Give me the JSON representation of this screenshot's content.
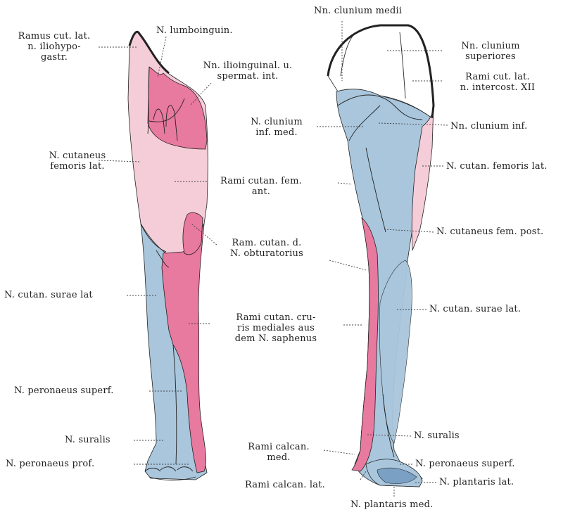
{
  "colors": {
    "pink": "#e8799f",
    "light_pink": "#f5cdd9",
    "blue": "#a9c6dc",
    "outline": "#222222",
    "leader": "#444444",
    "background": "#ffffff"
  },
  "labels": {
    "ramus_cut_lat": [
      "Ramus cut. lat.",
      "n. iliohypo-",
      "gastr."
    ],
    "n_lumboinguin": [
      "N. lumboinguin."
    ],
    "nn_ilioinguinal": [
      "Nn. ilioinguinal. u.",
      "spermat. int."
    ],
    "n_cutaneus_femoris_lat": [
      "N. cutaneus",
      "femoris lat."
    ],
    "rami_cutan_fem_ant": [
      "Rami cutan. fem.",
      "ant."
    ],
    "ram_cutan_obturatorius": [
      "Ram. cutan. d.",
      "N. obturatorius"
    ],
    "n_cutan_surae_lat_front": [
      "N. cutan. surae lat"
    ],
    "rami_cutan_cruris": [
      "Rami cutan. cru-",
      "ris mediales aus",
      "dem N. saphenus"
    ],
    "n_peronaeus_superf_front": [
      "N. peronaeus superf."
    ],
    "n_suralis_front": [
      "N. suralis"
    ],
    "n_peronaeus_prof": [
      "N. peronaeus prof."
    ],
    "nn_clunium_medii": [
      "Nn. clunium medii"
    ],
    "nn_clunium_superiores": [
      "Nn. clunium",
      "superiores"
    ],
    "rami_cut_lat_intercost": [
      "Rami cut. lat.",
      "n. intercost. XII"
    ],
    "n_clunium_inf_med": [
      "N. clunium",
      "inf. med."
    ],
    "nn_clunium_inf": [
      "Nn. clunium inf."
    ],
    "n_cutan_femoris_lat_back": [
      "N. cutan. femoris lat."
    ],
    "n_cutaneus_fem_post": [
      "N. cutaneus fem. post."
    ],
    "n_cutan_surae_lat_back": [
      "N. cutan. surae lat."
    ],
    "n_suralis_back": [
      "N. suralis"
    ],
    "rami_calcan_med": [
      "Rami calcan.",
      "med."
    ],
    "n_peronaeus_superf_back": [
      "N. peronaeus superf."
    ],
    "rami_calcan_lat": [
      "Rami calcan. lat."
    ],
    "n_plantaris_lat": [
      "N. plantaris lat."
    ],
    "n_plantaris_med": [
      "N. plantaris med."
    ]
  }
}
